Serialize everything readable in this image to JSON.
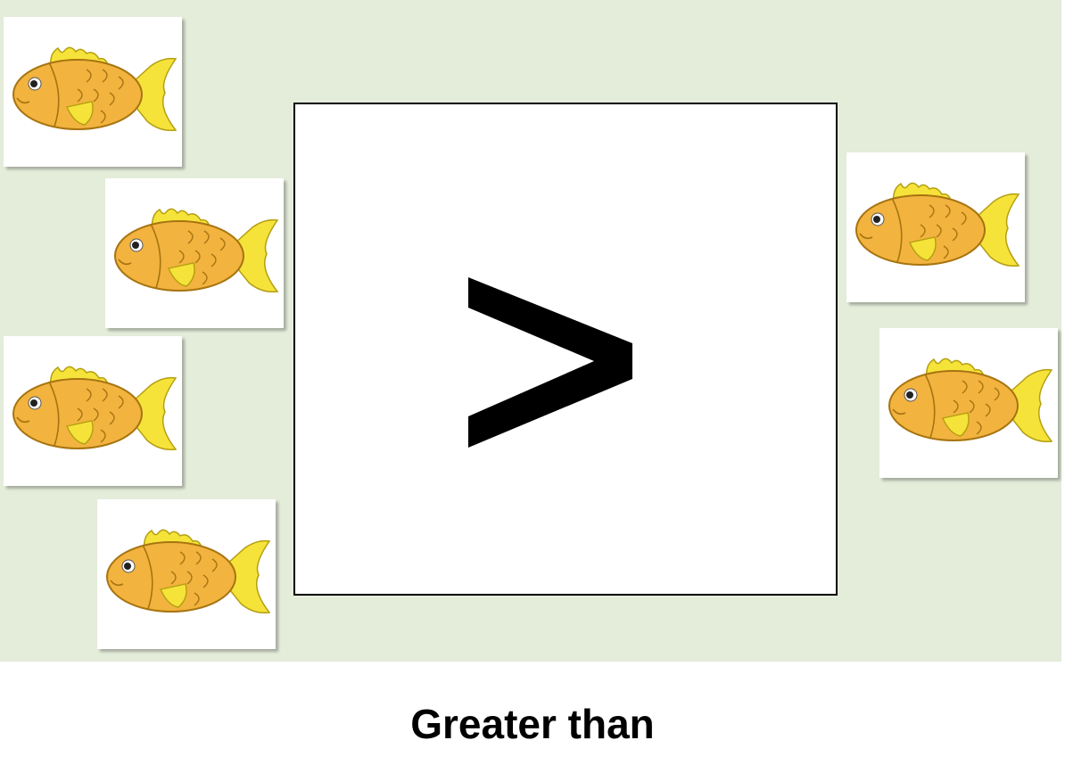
{
  "comparison": {
    "symbol": ">",
    "symbol_name": "greater-than-sign",
    "caption": "Greater than"
  },
  "left_group": {
    "count": 4,
    "item_icon": "goldfish-icon"
  },
  "right_group": {
    "count": 2,
    "item_icon": "goldfish-icon"
  },
  "colors": {
    "background": "#e4ecda",
    "fish_body": "#f2b33f",
    "fish_fin": "#f6e33a",
    "outline": "#a77410",
    "symbol": "#000000"
  }
}
